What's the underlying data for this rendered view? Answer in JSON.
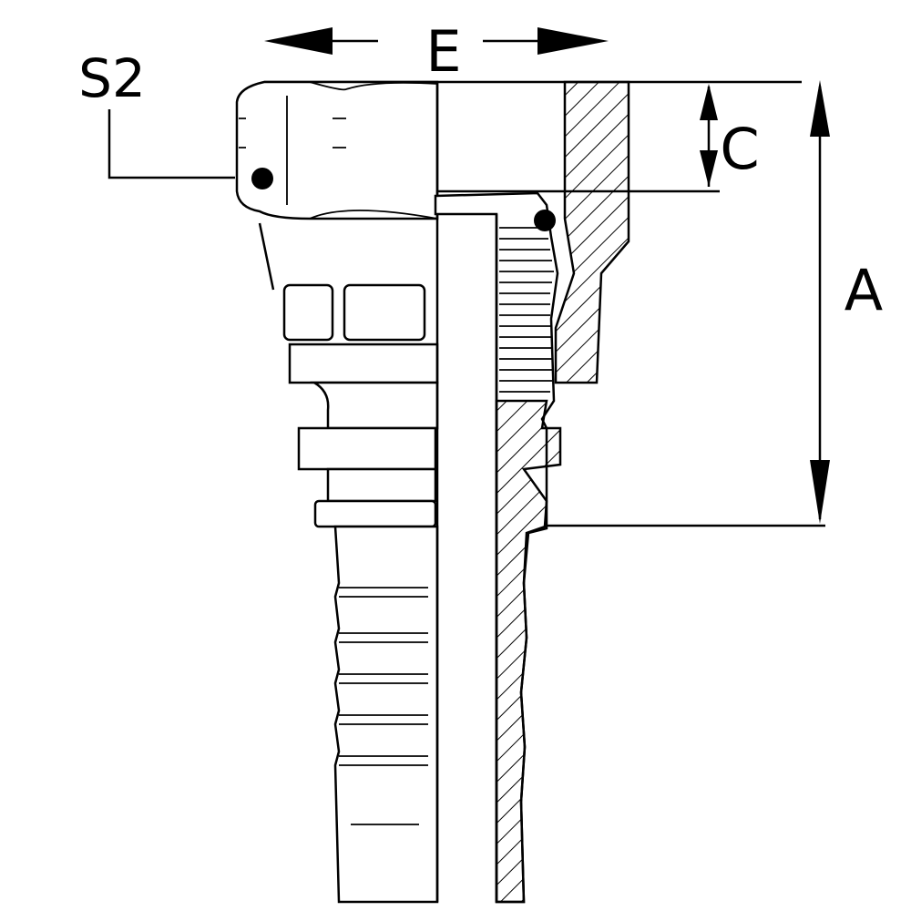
{
  "labels": {
    "width_across_flats": "S2",
    "width": "E",
    "height_c": "C",
    "height_a": "A"
  },
  "colors": {
    "line": "#000000",
    "background": "#ffffff"
  }
}
